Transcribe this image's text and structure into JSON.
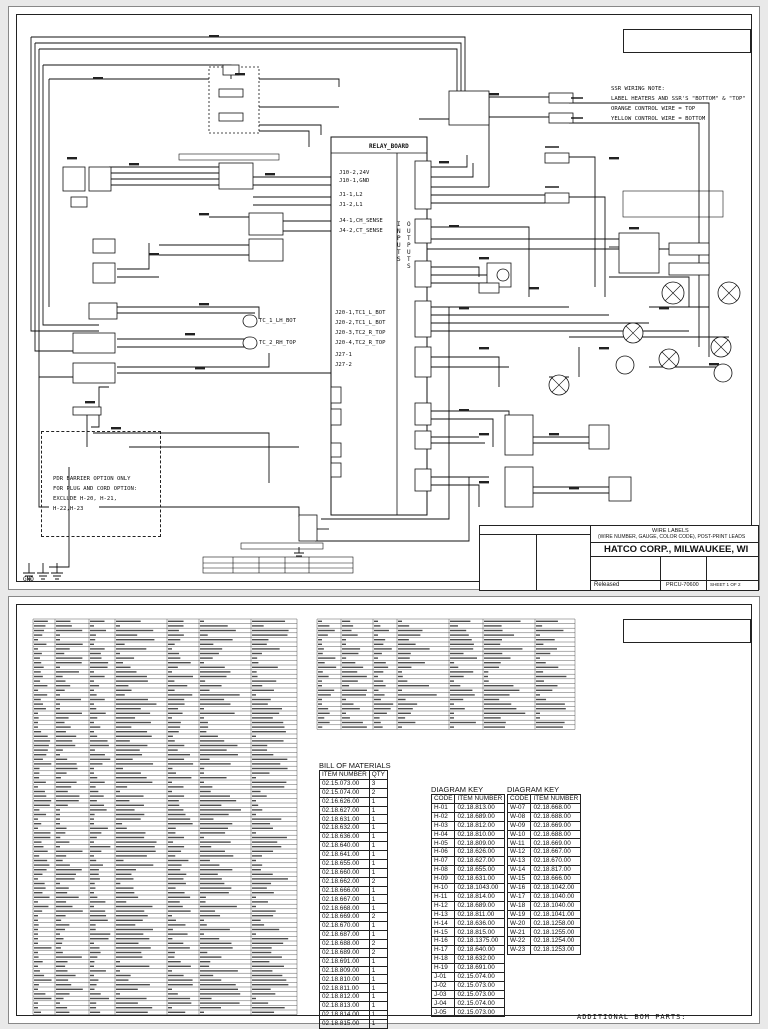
{
  "sheet1": {
    "ssr_note": [
      "SSR WIRING NOTE:",
      "LABEL HEATERS AND SSR'S \"BOTTOM\" & \"TOP\"",
      "ORANGE CONTROL WIRE = TOP",
      "YELLOW CONTROL WIRE = BOTTOM"
    ],
    "relay_board": "RELAY_BOARD",
    "inputs": "INPUTS",
    "outputs": "OUTPUTS",
    "tc_labels": [
      "TC_1_LH_BOT",
      "TC_2_RH_TOP"
    ],
    "relay_inputs": [
      "J10-2,24V",
      "J10-1,GND",
      "J1-1,L2",
      "J1-2,L1",
      "J4-1,CH_SENSE",
      "J4-2,CT_SENSE",
      "J20-1,TC1_L_BOT",
      "J20-2,TC1_L_BOT",
      "J20-3,TC2_R_TOP",
      "J20-4,TC2_R_TOP",
      "J27-1",
      "J27-2"
    ],
    "pdr_note": [
      "PDR BARRIER OPTION ONLY",
      "FOR PLUG AND CORD OPTION:",
      "EXCLUDE H-20, H-21,",
      "H-22,H-23"
    ],
    "ground_label": "GND",
    "title_block": {
      "wire_labels_title": "WIRE LABELS",
      "wire_labels_sub": "(WIRE NUMBER, GAUGE, COLOR CODE), POST-PRINT LEADS",
      "company": "HATCO CORP., MILWAUKEE, WI",
      "released": "Released",
      "drawing_number": "PRCU-70600",
      "sheet": "SHEET 1 OF 2"
    }
  },
  "sheet2": {
    "bom_title": "BILL OF MATERIALS",
    "bom_headers": [
      "ITEM NUMBER",
      "QTY"
    ],
    "bom_rows": [
      [
        "02.15.073.00",
        "3"
      ],
      [
        "02.15.074.00",
        "2"
      ],
      [
        "02.16.626.00",
        "1"
      ],
      [
        "02.18.627.00",
        "1"
      ],
      [
        "02.18.631.00",
        "1"
      ],
      [
        "02.18.632.00",
        "1"
      ],
      [
        "02.18.636.00",
        "1"
      ],
      [
        "02.18.640.00",
        "1"
      ],
      [
        "02.18.641.00",
        "1"
      ],
      [
        "02.18.655.00",
        "1"
      ],
      [
        "02.18.660.00",
        "1"
      ],
      [
        "02.18.662.00",
        "2"
      ],
      [
        "02.18.666.00",
        "1"
      ],
      [
        "02.18.667.00",
        "1"
      ],
      [
        "02.18.668.00",
        "1"
      ],
      [
        "02.18.669.00",
        "2"
      ],
      [
        "02.18.670.00",
        "1"
      ],
      [
        "02.18.687.00",
        "1"
      ],
      [
        "02.18.688.00",
        "2"
      ],
      [
        "02.18.689.00",
        "2"
      ],
      [
        "02.18.691.00",
        "1"
      ],
      [
        "02.18.809.00",
        "1"
      ],
      [
        "02.18.810.00",
        "1"
      ],
      [
        "02.18.811.00",
        "1"
      ],
      [
        "02.18.812.00",
        "1"
      ],
      [
        "02.18.813.00",
        "1"
      ],
      [
        "02.18.814.00",
        "1"
      ],
      [
        "02.18.815.00",
        "1"
      ]
    ],
    "key_title": "DIAGRAM KEY",
    "key_headers": [
      "CODE",
      "ITEM NUMBER"
    ],
    "key_h_rows": [
      [
        "H-01",
        "02.18.813.00"
      ],
      [
        "H-02",
        "02.18.689.00"
      ],
      [
        "H-03",
        "02.18.812.00"
      ],
      [
        "H-04",
        "02.18.810.00"
      ],
      [
        "H-05",
        "02.18.809.00"
      ],
      [
        "H-06",
        "02.18.626.00"
      ],
      [
        "H-07",
        "02.18.627.00"
      ],
      [
        "H-08",
        "02.18.655.00"
      ],
      [
        "H-09",
        "02.18.631.00"
      ],
      [
        "H-10",
        "02.18.1043.00"
      ],
      [
        "H-11",
        "02.18.814.00"
      ],
      [
        "H-12",
        "02.18.689.00"
      ],
      [
        "H-13",
        "02.18.811.00"
      ],
      [
        "H-14",
        "02.18.636.00"
      ],
      [
        "H-15",
        "02.18.815.00"
      ],
      [
        "H-16",
        "02.18.1375.00"
      ],
      [
        "H-17",
        "02.18.640.00"
      ],
      [
        "H-18",
        "02.18.632.00"
      ],
      [
        "H-19",
        "02.18.691.00"
      ],
      [
        "J-01",
        "02.15.074.00"
      ],
      [
        "J-02",
        "02.15.073.00"
      ],
      [
        "J-03",
        "02.15.073.00"
      ],
      [
        "J-04",
        "02.15.074.00"
      ],
      [
        "J-05",
        "02.15.073.00"
      ]
    ],
    "key_w_rows": [
      [
        "W-07",
        "02.18.668.00"
      ],
      [
        "W-08",
        "02.18.688.00"
      ],
      [
        "W-09",
        "02.18.669.00"
      ],
      [
        "W-10",
        "02.18.688.00"
      ],
      [
        "W-11",
        "02.18.669.00"
      ],
      [
        "W-12",
        "02.18.667.00"
      ],
      [
        "W-13",
        "02.18.670.00"
      ],
      [
        "W-14",
        "02.18.817.00"
      ],
      [
        "W-15",
        "02.18.666.00"
      ],
      [
        "W-16",
        "02.18.1042.00"
      ],
      [
        "W-17",
        "02.18.1040.00"
      ],
      [
        "W-18",
        "02.18.1040.00"
      ],
      [
        "W-19",
        "02.18.1041.00"
      ],
      [
        "W-20",
        "02.18.1258.00"
      ],
      [
        "W-21",
        "02.18.1255.00"
      ],
      [
        "W-22",
        "02.18.1254.00"
      ],
      [
        "W-23",
        "02.18.1253.00"
      ]
    ],
    "additional": "ADDITIONAL BOM PARTS:"
  }
}
